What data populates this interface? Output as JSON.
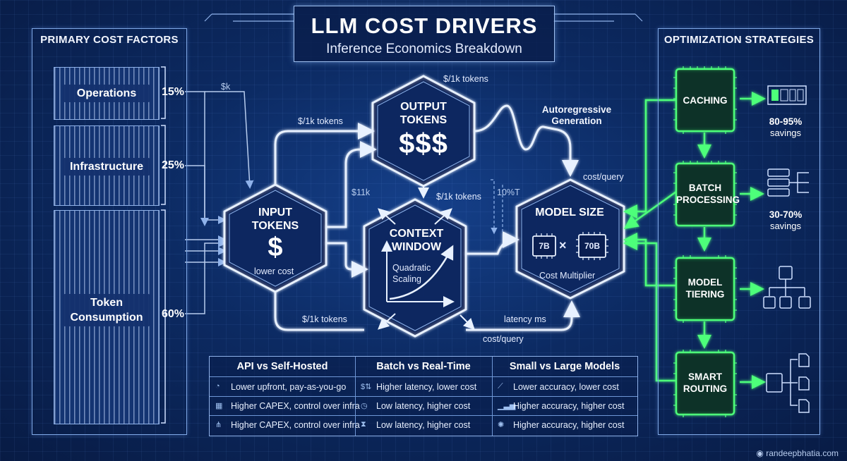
{
  "header": {
    "title": "LLM COST DRIVERS",
    "subtitle": "Inference Economics Breakdown"
  },
  "left_panel": {
    "title": "PRIMARY COST FACTORS",
    "factors": [
      {
        "label": "Operations",
        "percent": "15%"
      },
      {
        "label": "Infrastructure",
        "percent": "25%"
      },
      {
        "label": "Token Consumption",
        "percent": "60%"
      }
    ]
  },
  "nodes": {
    "input": {
      "title": "INPUT TOKENS",
      "symbol": "$",
      "note": "lower cost"
    },
    "output": {
      "title": "OUTPUT TOKENS",
      "symbol": "$$$"
    },
    "context": {
      "title": "CONTEXT WINDOW",
      "curve_label": "Quadratic Scaling"
    },
    "model": {
      "title": "MODEL SIZE",
      "small": "7B",
      "times": "×",
      "large": "70B",
      "note": "Cost Multiplier"
    }
  },
  "flow_labels": {
    "k": "$k",
    "top_right": "$/1k tokens",
    "upper_left": "$/1k tokens",
    "autoregressive": "Autoregressive Generation",
    "cost_query_top": "cost/query",
    "mid_a": "$11k",
    "mid_b": "$/1k tokens",
    "mid_c": "10%T",
    "bottom_left": "$/1k tokens",
    "latency": "latency ms",
    "cost_query_bottom": "cost/query"
  },
  "right_panel": {
    "title": "OPTIMIZATION STRATEGIES",
    "strategies": [
      {
        "label": "CACHING",
        "savings_pct": "80-95%",
        "savings_word": "savings"
      },
      {
        "label": "BATCH PROCESSING",
        "savings_pct": "30-70%",
        "savings_word": "savings"
      },
      {
        "label": "MODEL TIERING"
      },
      {
        "label": "SMART ROUTING"
      }
    ]
  },
  "tradeoffs": {
    "headers": [
      "API vs Self-Hosted",
      "Batch vs Real-Time",
      "Small vs Large Models"
    ],
    "rows": [
      [
        "Lower upfront, pay-as-you-go",
        "Higher latency, lower cost",
        "Lower accuracy, lower cost"
      ],
      [
        "Higher CAPEX, control over infra",
        "Low latency, higher cost",
        "Higher accuracy, higher cost"
      ],
      [
        "Higher CAPEX, control over infra",
        "Low latency, higher cost",
        "Higher accuracy, higher cost"
      ]
    ]
  },
  "footer": {
    "credit": "randeepbhatia.com"
  },
  "colors": {
    "accent_green": "#4dff7a",
    "line_white": "#e8f1ff",
    "panel_border": "#7fa8e6",
    "background": "#0c2a62"
  }
}
